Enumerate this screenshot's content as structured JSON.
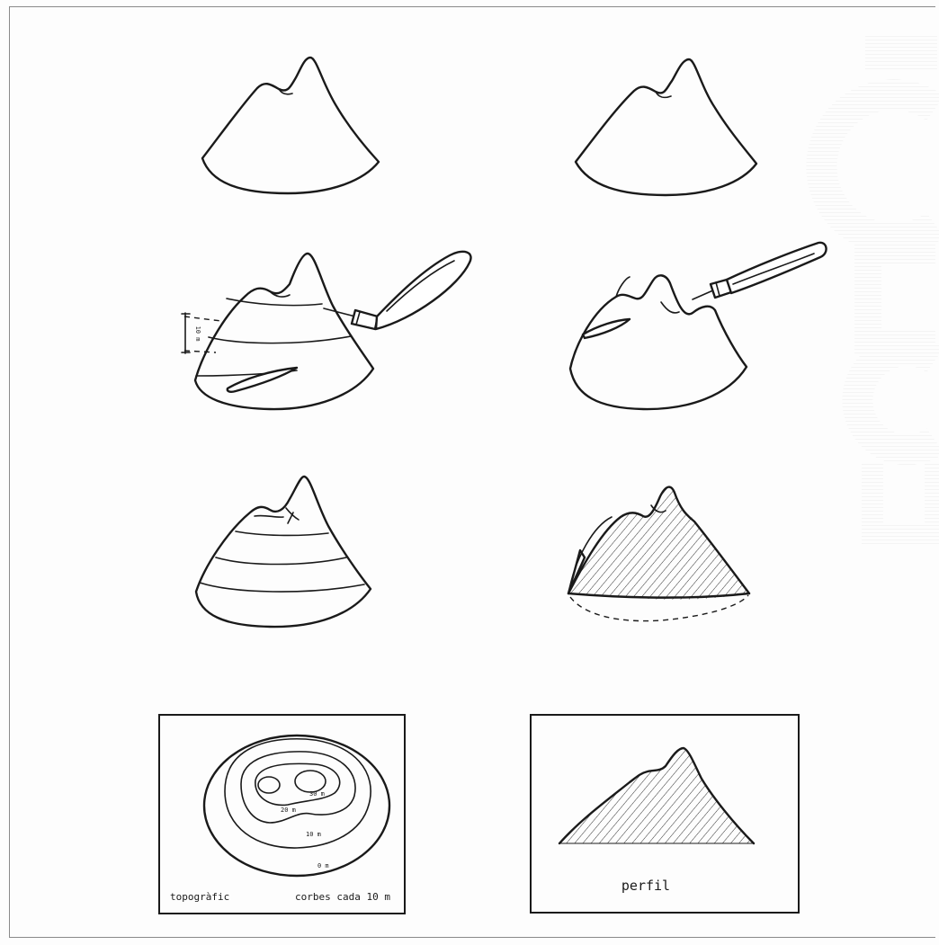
{
  "labels": {
    "topo_left": "topogràfic",
    "topo_right": "corbes cada 10 m",
    "profile": "perfil",
    "scale": "10 m",
    "contour_0": "0 m",
    "contour_10": "10 m",
    "contour_20": "20 m",
    "contour_30": "30 m"
  },
  "colors": {
    "ink": "#1a1a1a",
    "paper": "#fdfdfd",
    "watermark": "#eeeeee"
  }
}
